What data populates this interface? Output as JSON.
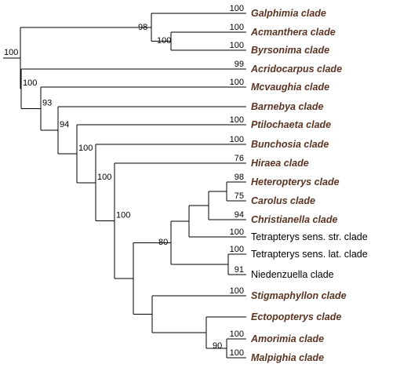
{
  "colors": {
    "highlight": "#5b3421",
    "plain": "#000000",
    "branch": "#000000"
  },
  "taxa": [
    {
      "id": "galphimia",
      "label": "Galphimia clade",
      "support": "100",
      "highlight": true
    },
    {
      "id": "acmanthera",
      "label": "Acmanthera clade",
      "support": "100",
      "highlight": true
    },
    {
      "id": "byrsonima",
      "label": "Byrsonima clade",
      "support": "100",
      "highlight": true
    },
    {
      "id": "acridocarpus",
      "label": "Acridocarpus clade",
      "support": "99",
      "highlight": true
    },
    {
      "id": "mcvaughia",
      "label": "Mcvaughia clade",
      "support": "100",
      "highlight": true
    },
    {
      "id": "barnebya",
      "label": "Barnebya clade",
      "support": "",
      "highlight": true
    },
    {
      "id": "ptilochaeta",
      "label": "Ptilochaeta clade",
      "support": "100",
      "highlight": true
    },
    {
      "id": "bunchosia",
      "label": "Bunchosia clade",
      "support": "100",
      "highlight": true
    },
    {
      "id": "hiraea",
      "label": "Hiraea clade",
      "support": "76",
      "highlight": true
    },
    {
      "id": "heteropterys",
      "label": "Heteropterys clade",
      "support": "98",
      "highlight": true
    },
    {
      "id": "carolus",
      "label": "Carolus clade",
      "support": "75",
      "highlight": true
    },
    {
      "id": "christianella",
      "label": "Christianella clade",
      "support": "94",
      "highlight": true
    },
    {
      "id": "tetrapterys-str",
      "label": "Tetrapterys sens. str. clade",
      "support": "100",
      "highlight": false
    },
    {
      "id": "tetrapterys-lat",
      "label": "Tetrapterys sens. lat. clade",
      "support": "100",
      "highlight": false
    },
    {
      "id": "niedenzuella",
      "label": "Niedenzuella clade",
      "support": "91",
      "highlight": false
    },
    {
      "id": "stigmaphyllon",
      "label": "Stigmaphyllon clade",
      "support": "100",
      "highlight": true
    },
    {
      "id": "ectopopterys",
      "label": "Ectopopterys clade",
      "support": "",
      "highlight": true
    },
    {
      "id": "amorimia",
      "label": "Amorimia clade",
      "support": "100",
      "highlight": true
    },
    {
      "id": "malpighia",
      "label": "Malpighia clade",
      "support": "100",
      "highlight": true
    }
  ],
  "nodes": [
    {
      "id": "root",
      "support": "100"
    },
    {
      "id": "galphimia-group",
      "support": "98"
    },
    {
      "id": "acmanthera-byrsonima",
      "support": "100"
    },
    {
      "id": "core-100",
      "support": "100"
    },
    {
      "id": "core-93",
      "support": "93"
    },
    {
      "id": "core-94",
      "support": "94"
    },
    {
      "id": "core-100b",
      "support": "100"
    },
    {
      "id": "core-100c",
      "support": "100"
    },
    {
      "id": "core-100d",
      "support": "100"
    },
    {
      "id": "tetrapterys-group",
      "support": "80"
    },
    {
      "id": "amorimia-malpighia",
      "support": "90"
    }
  ]
}
